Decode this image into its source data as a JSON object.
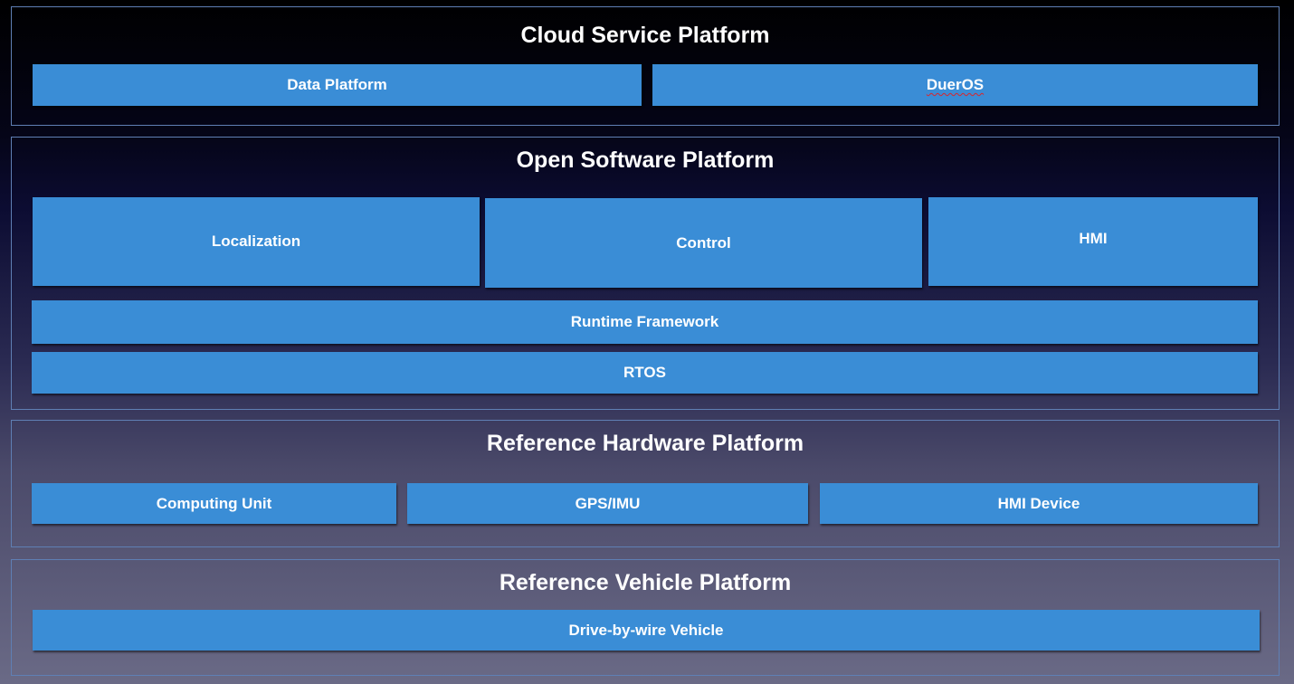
{
  "cloud": {
    "title": "Cloud Service Platform",
    "items": [
      "Data Platform",
      "DuerOS"
    ]
  },
  "software": {
    "title": "Open Software Platform",
    "modules": [
      "Localization",
      "Control",
      "HMI"
    ],
    "runtime": "Runtime Framework",
    "rtos": "RTOS"
  },
  "hardware": {
    "title": "Reference Hardware Platform",
    "items": [
      "Computing Unit",
      "GPS/IMU",
      "HMI Device"
    ]
  },
  "vehicle": {
    "title": "Reference Vehicle Platform",
    "items": [
      "Drive-by-wire Vehicle"
    ]
  },
  "colors": {
    "box": "#3a8dd6",
    "border": "#5f7fb4",
    "spellcheck_underline": "#d8262c"
  }
}
